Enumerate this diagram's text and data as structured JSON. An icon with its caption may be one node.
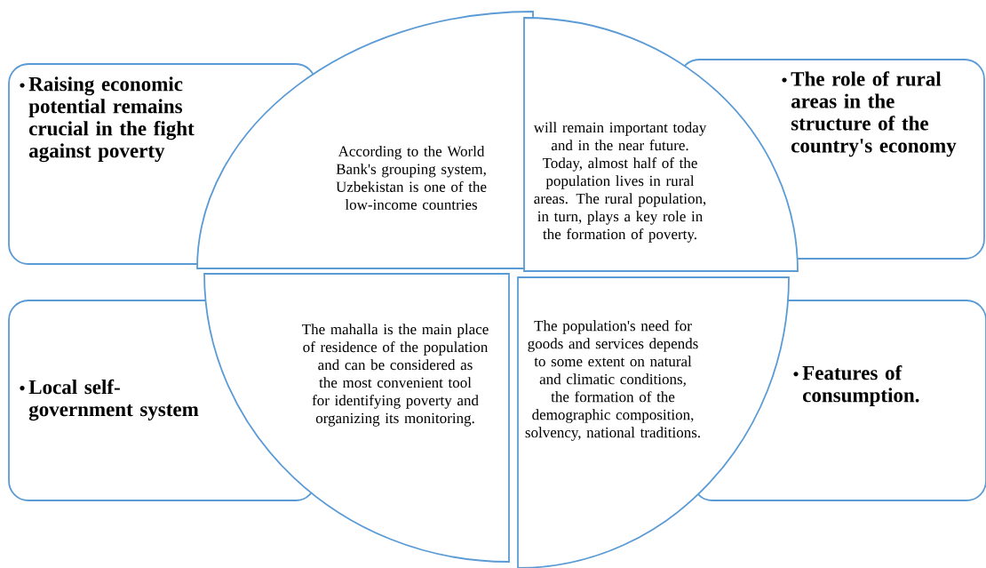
{
  "diagram": {
    "nodes": [
      {
        "text": [
          "Raising economic potential remains crucial in the fight against poverty"
        ]
      },
      {
        "text": [
          "The role of rural areas in the structure of the country's economy"
        ]
      },
      {
        "text": [
          "Local self-government system"
        ]
      },
      {
        "text": [
          "Features of consumption."
        ]
      },
      {
        "text": [
          "According to the World Bank's grouping system, Uzbekistan is one of the low-income countries"
        ]
      },
      {
        "text": [
          "will remain important today and in the near future. Today, almost half of the population lives in rural areas. The rural population, in turn, plays a key role in the formation of poverty."
        ]
      },
      {
        "text": [
          "The mahalla is the main place of residence of the population and can be considered as the most convenient tool for identifying poverty and organizing its monitoring."
        ]
      },
      {
        "text": [
          "The population's need for goods and services depends to some extent on natural and climatic conditions, the formation of the demographic composition, solvency, national traditions."
        ]
      }
    ]
  }
}
